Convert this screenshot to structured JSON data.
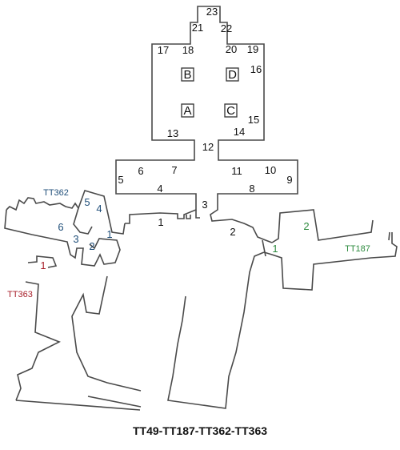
{
  "caption": "TT49-TT187-TT362-TT363",
  "tombs": {
    "tt362": "TT362",
    "tt363": "TT363",
    "tt187": "TT187"
  },
  "pillars": {
    "a": "A",
    "b": "B",
    "c": "C",
    "d": "D"
  },
  "tt49_labels": {
    "n1": "1",
    "n2": "2",
    "n3": "3",
    "n4": "4",
    "n5": "5",
    "n6": "6",
    "n7": "7",
    "n8": "8",
    "n9": "9",
    "n10": "10",
    "n11": "11",
    "n12": "12",
    "n13": "13",
    "n14": "14",
    "n15": "15",
    "n16": "16",
    "n17": "17",
    "n18": "18",
    "n19": "19",
    "n20": "20",
    "n21": "21",
    "n22": "22",
    "n23": "23"
  },
  "tt362_labels": {
    "n1": "1",
    "n2": "2",
    "n3": "3",
    "n4": "4",
    "n5": "5",
    "n6": "6"
  },
  "tt363_labels": {
    "n1": "1"
  },
  "tt187_labels": {
    "n1": "1",
    "n2": "2"
  },
  "colors": {
    "tt362": "#1f4e79",
    "tt363": "#a8202b",
    "tt187": "#2e8b3f",
    "wall": "#4a4a4a"
  }
}
